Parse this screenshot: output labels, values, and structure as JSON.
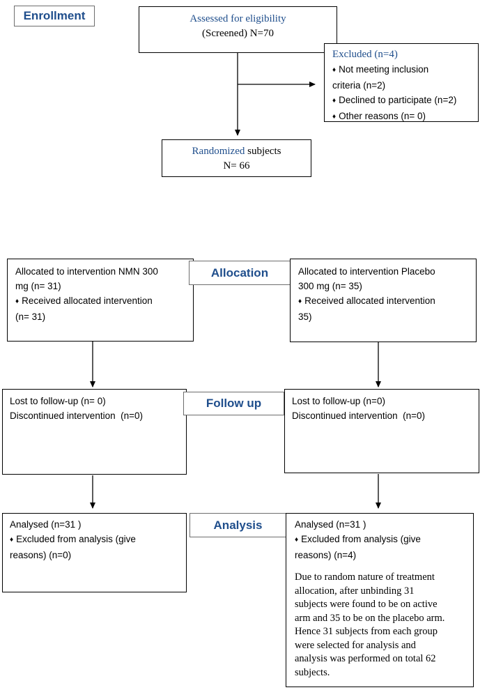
{
  "stages": {
    "enrollment": "Enrollment",
    "allocation": "Allocation",
    "follow_up": "Follow up",
    "analysis": "Analysis"
  },
  "assessed": {
    "line1": "Assessed for eligibility",
    "line2": "(Screened) N=70"
  },
  "excluded": {
    "title": "Excluded (n=4)",
    "bullet": "♦",
    "items": [
      {
        "l1": "Not meeting inclusion",
        "l2": "criteria (n=2)"
      },
      {
        "l1": "Declined to participate (n=2)"
      },
      {
        "l1": "Other reasons (n= 0)"
      }
    ]
  },
  "randomized": {
    "word": "Randomized",
    "rest": " subjects",
    "line2": "N= 66"
  },
  "allocation": {
    "left": {
      "l1": "Allocated to intervention NMN 300",
      "l2": "mg (n= 31)",
      "l3": "Received allocated intervention",
      "l4": "(n= 31)"
    },
    "right": {
      "l1": "Allocated to intervention Placebo",
      "l2": "300 mg (n= 35)",
      "l3": "Received allocated intervention",
      "l4": "35)"
    }
  },
  "follow_up": {
    "left": {
      "l1": "Lost to follow-up (n= 0)",
      "l2": "Discontinued intervention  (n=0)"
    },
    "right": {
      "l1": "Lost to follow-up (n=0)",
      "l2": "Discontinued intervention  (n=0)"
    }
  },
  "analysis": {
    "left": {
      "l1": "Analysed (n=31 )",
      "l2": "Excluded from analysis (give",
      "l3": "reasons) (n=0)"
    },
    "right": {
      "l1": "Analysed (n=31 )",
      "l2": "Excluded from analysis (give",
      "l3": "reasons) (n=4)",
      "note": [
        "Due to random nature of treatment",
        "allocation, after unbinding 31",
        "subjects were found to be on active",
        "arm and 35 to be on the placebo arm.",
        "Hence 31 subjects from each group",
        "were selected for analysis and",
        "analysis was performed on total 62",
        "subjects."
      ]
    }
  }
}
